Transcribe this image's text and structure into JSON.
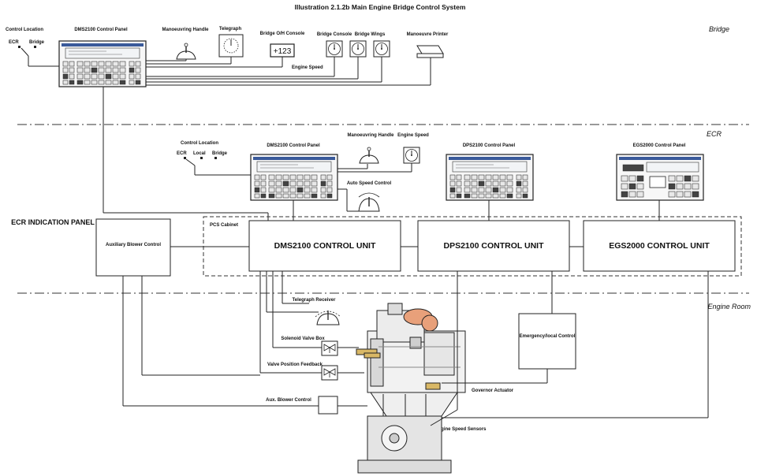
{
  "title": "Illustration 2.1.2b Main Engine Bridge Control System",
  "zones": {
    "bridge": "Bridge",
    "ecr": "ECR",
    "engine_room": "Engine Room"
  },
  "bridge": {
    "control_location": {
      "title": "Control Location",
      "ecr": "ECR",
      "bridge": "Bridge"
    },
    "dms_panel": "DMS2100 Control Panel",
    "manoeuvring_handle": "Manoeuvring Handle",
    "telegraph": "Telegraph",
    "oh_console": {
      "title": "Bridge O/H Console",
      "display": "+123"
    },
    "bridge_console": "Bridge Console",
    "bridge_wings": "Bridge Wings",
    "manoeuvre_printer": "Manoeuvre Printer",
    "engine_speed": "Engine Speed"
  },
  "ecr": {
    "control_location": {
      "title": "Control Location",
      "ecr": "ECR",
      "local": "Local",
      "bridge": "Bridge"
    },
    "dms_panel": "DMS2100 Control Panel",
    "manoeuvring_handle": "Manoeuvring Handle",
    "engine_speed": "Engine Speed",
    "auto_speed": "Auto Speed Control",
    "dps_panel": "DPS2100 Control Panel",
    "egs_panel": "EGS2000 Control Panel",
    "indication_panel": "ECR INDICATION PANEL",
    "aux_blower": "Auxiliary Blower Control",
    "pcs_cabinet": "PCS Cabinet",
    "dms_unit": "DMS2100 CONTROL UNIT",
    "dps_unit": "DPS2100 CONTROL UNIT",
    "egs_unit": "EGS2000 CONTROL UNIT"
  },
  "engine_room": {
    "telegraph_receiver": "Telegraph Receiver",
    "solenoid_valve_box": "Solenoid Valve Box",
    "valve_position_feedback": "Valve Position Feedback",
    "aux_blower_control": "Aux. Blower Control",
    "emergency_local": "Emergency/local Control",
    "governor_actuator": "Governor Actuator",
    "engine_speed_sensors": "Engine Speed Sensors"
  }
}
